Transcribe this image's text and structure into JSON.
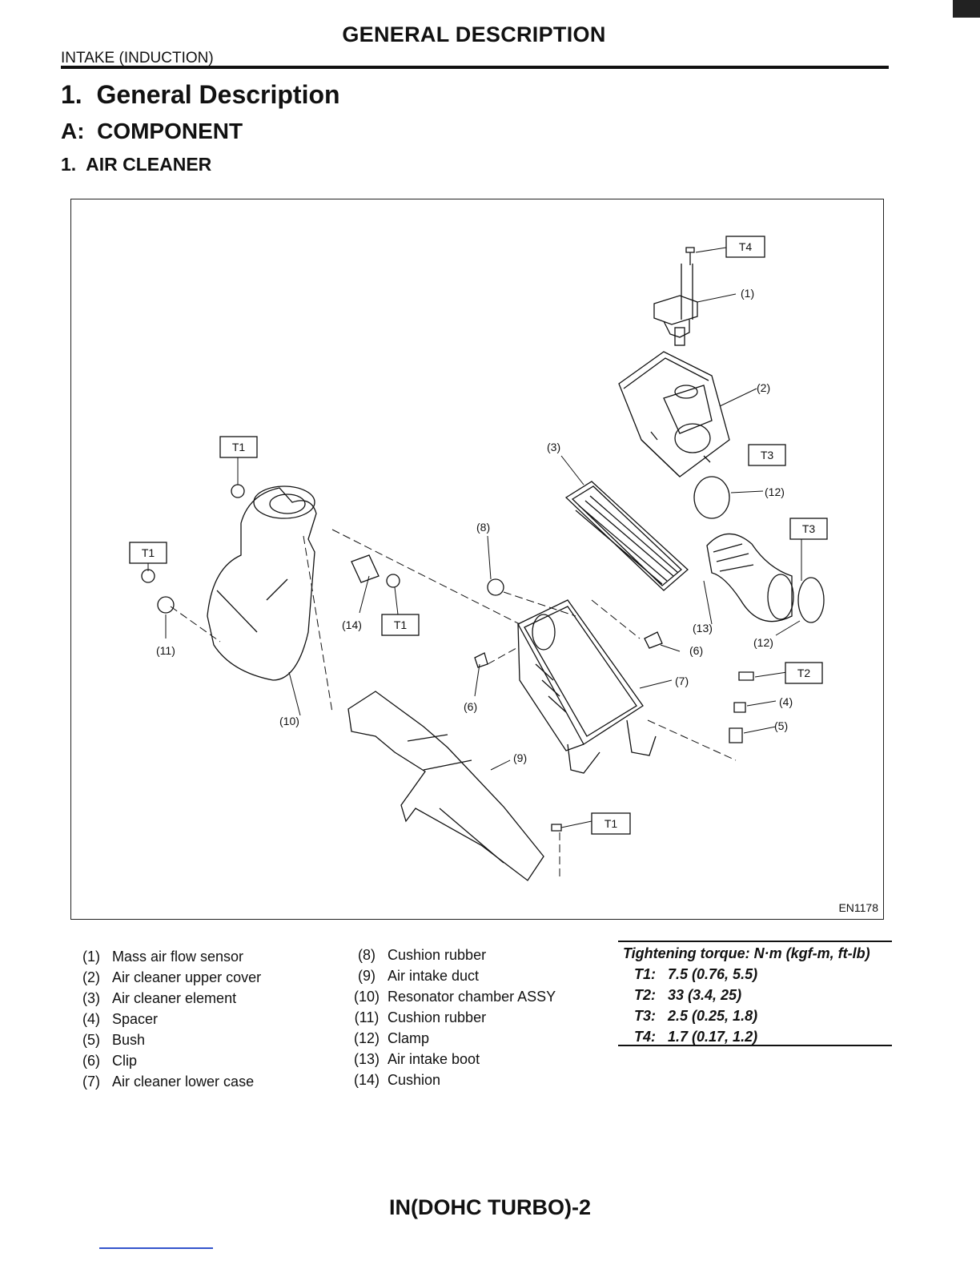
{
  "header": {
    "title": "GENERAL DESCRIPTION",
    "section": "INTAKE (INDUCTION)"
  },
  "headings": {
    "h1": "1.  General Description",
    "h2": "A:  COMPONENT",
    "h3": "1.  AIR CLEANER"
  },
  "figure": {
    "code": "EN1178",
    "callouts": {
      "c1": "(1)",
      "c2": "(2)",
      "c3": "(3)",
      "c4": "(4)",
      "c5": "(5)",
      "c6a": "(6)",
      "c6b": "(6)",
      "c7": "(7)",
      "c8": "(8)",
      "c9": "(9)",
      "c10": "(10)",
      "c11": "(11)",
      "c12a": "(12)",
      "c12b": "(12)",
      "c13": "(13)",
      "c14": "(14)"
    },
    "torque_boxes": {
      "t4": "T4",
      "t3a": "T3",
      "t3b": "T3",
      "t1a": "T1",
      "t1b": "T1",
      "t1c": "T1",
      "t1d": "T1",
      "t2": "T2"
    }
  },
  "legend": {
    "col1": [
      {
        "num": "(1)",
        "label": "Mass air flow sensor"
      },
      {
        "num": "(2)",
        "label": "Air cleaner upper cover"
      },
      {
        "num": "(3)",
        "label": "Air cleaner element"
      },
      {
        "num": "(4)",
        "label": "Spacer"
      },
      {
        "num": "(5)",
        "label": "Bush"
      },
      {
        "num": "(6)",
        "label": "Clip"
      },
      {
        "num": "(7)",
        "label": "Air cleaner lower case"
      }
    ],
    "col2": [
      {
        "num": "(8)",
        "label": "Cushion rubber"
      },
      {
        "num": "(9)",
        "label": "Air intake duct"
      },
      {
        "num": "(10)",
        "label": "Resonator chamber ASSY"
      },
      {
        "num": "(11)",
        "label": "Cushion rubber"
      },
      {
        "num": "(12)",
        "label": "Clamp"
      },
      {
        "num": "(13)",
        "label": "Air intake boot"
      },
      {
        "num": "(14)",
        "label": "Cushion"
      }
    ]
  },
  "torque": {
    "heading": "Tightening torque: N·m (kgf-m, ft-lb)",
    "rows": [
      {
        "key": "T1:",
        "value": "7.5 (0.76, 5.5)"
      },
      {
        "key": "T2:",
        "value": "33 (3.4, 25)"
      },
      {
        "key": "T3:",
        "value": "2.5 (0.25, 1.8)"
      },
      {
        "key": "T4:",
        "value": "1.7 (0.17, 1.2)"
      }
    ]
  },
  "footer": {
    "page_label": "IN(DOHC TURBO)-2"
  }
}
